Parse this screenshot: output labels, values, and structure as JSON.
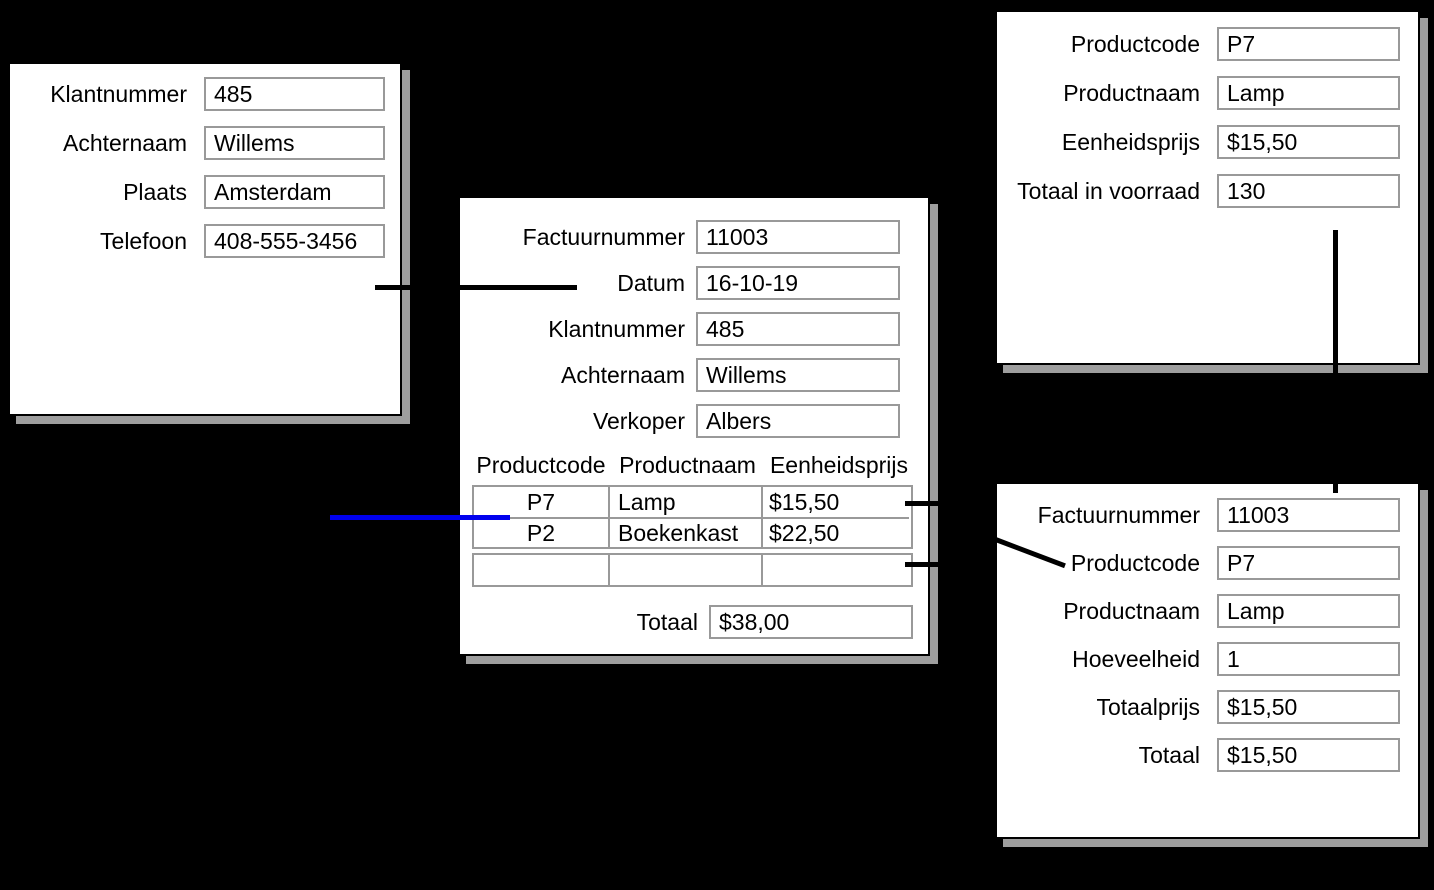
{
  "colors": {
    "background": "#000000",
    "panel": "#ffffff",
    "shadow": "#9e9e9e",
    "input-border": "#999999",
    "connector": "#000000",
    "highlight": "#0000ee"
  },
  "panels": {
    "customer": {
      "fields": [
        {
          "label": "Klantnummer",
          "value": "485"
        },
        {
          "label": "Achternaam",
          "value": "Willems"
        },
        {
          "label": "Plaats",
          "value": "Amsterdam"
        },
        {
          "label": "Telefoon",
          "value": "408-555-3456"
        }
      ]
    },
    "invoice": {
      "fields": [
        {
          "label": "Factuurnummer",
          "value": "11003"
        },
        {
          "label": "Datum",
          "value": "16-10-19"
        },
        {
          "label": "Klantnummer",
          "value": "485"
        },
        {
          "label": "Achternaam",
          "value": "Willems"
        },
        {
          "label": "Verkoper",
          "value": "Albers"
        }
      ],
      "table": {
        "headers": [
          "Productcode",
          "Productnaam",
          "Eenheidsprijs"
        ],
        "rows": [
          [
            "P7",
            "Lamp",
            "$15,50"
          ],
          [
            "P2",
            "Boekenkast",
            "$22,50"
          ],
          [
            "",
            "",
            ""
          ]
        ],
        "total_label": "Totaal",
        "total_value": "$38,00"
      }
    },
    "product": {
      "fields": [
        {
          "label": "Productcode",
          "value": "P7"
        },
        {
          "label": "Productnaam",
          "value": "Lamp"
        },
        {
          "label": "Eenheidsprijs",
          "value": "$15,50"
        },
        {
          "label": "Totaal in voorraad",
          "value": "130"
        }
      ]
    },
    "invoice_line": {
      "fields": [
        {
          "label": "Factuurnummer",
          "value": "11003"
        },
        {
          "label": "Productcode",
          "value": "P7"
        },
        {
          "label": "Productnaam",
          "value": "Lamp"
        },
        {
          "label": "Hoeveelheid",
          "value": "1"
        },
        {
          "label": "Totaalprijs",
          "value": "$15,50"
        },
        {
          "label": "Totaal",
          "value": "$15,50"
        }
      ]
    }
  }
}
